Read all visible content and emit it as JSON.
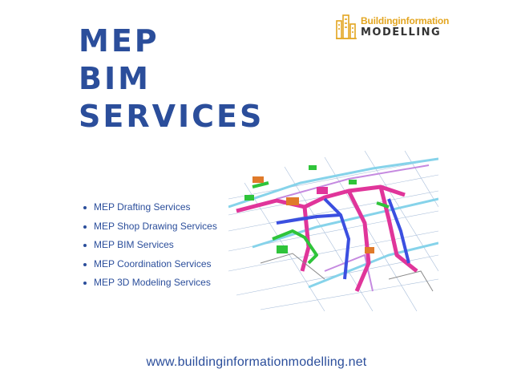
{
  "title": {
    "line1": "MEP",
    "line2": "BIM",
    "line3": "SERVICES"
  },
  "logo": {
    "top": "Buildinginformation",
    "bottom": "MODELLING",
    "colors": {
      "mark": "#e3a51f",
      "text": "#333333"
    }
  },
  "services": [
    "MEP Drafting Services",
    "MEP Shop Drawing Services",
    "MEP BIM Services",
    "MEP Coordination Services",
    "MEP 3D Modeling Services"
  ],
  "website": "www.buildinginformationmodelling.net",
  "image": {
    "subject": "mep-3d-model-render"
  },
  "colors": {
    "brand_blue": "#2b4e9b",
    "pipe_magenta": "#e0359a",
    "pipe_blue": "#3b4fe0",
    "pipe_green": "#2fc43a",
    "duct_cyan": "#86d3ea"
  }
}
